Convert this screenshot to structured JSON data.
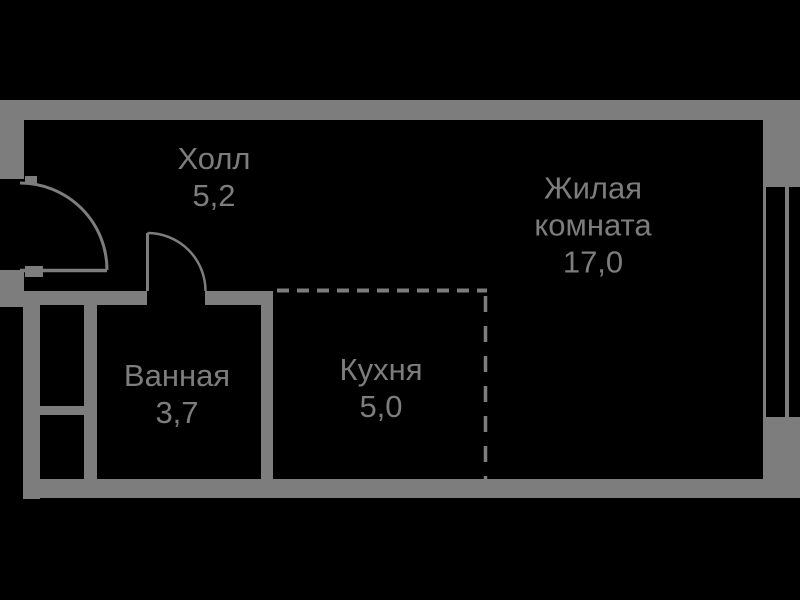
{
  "plan": {
    "title": "apartment-floor-plan",
    "background_color": "#000000",
    "wall_color": "#7d7d7d",
    "rooms": [
      {
        "id": "hall",
        "name": "Холл",
        "area": "5,2"
      },
      {
        "id": "living-room",
        "name": "Жилая комната",
        "area": "17,0"
      },
      {
        "id": "bathroom",
        "name": "Ванная",
        "area": "3,7"
      },
      {
        "id": "kitchen",
        "name": "Кухня",
        "area": "5,0"
      }
    ],
    "features": {
      "entrance_door": "swing-door-left-wall",
      "bathroom_door": "swing-door-bathroom",
      "window": "window-right-wall",
      "kitchen_boundary": "dashed-line"
    }
  }
}
